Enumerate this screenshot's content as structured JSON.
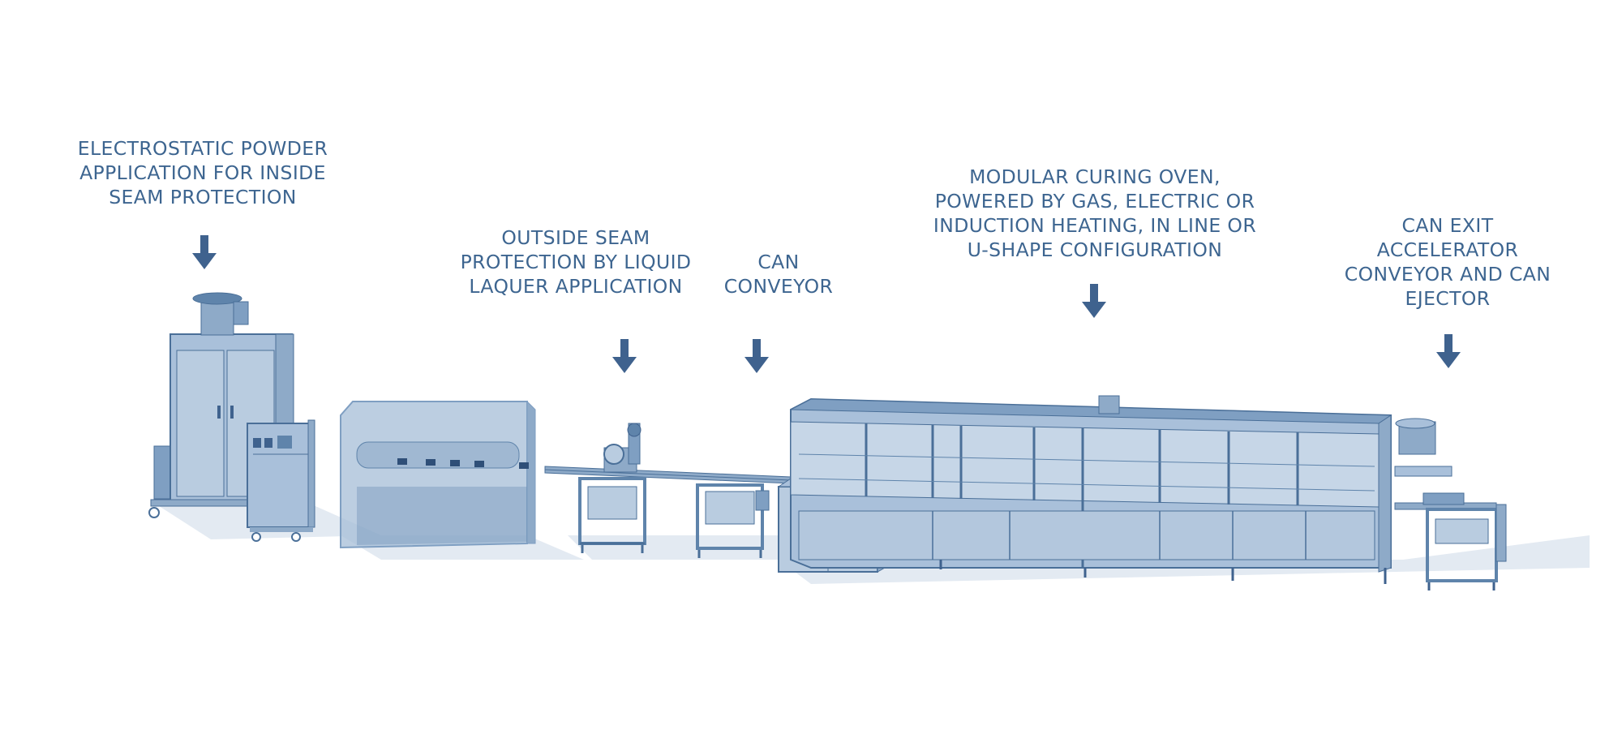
{
  "labels": {
    "powder": {
      "lines": [
        "ELECTROSTATIC POWDER",
        "APPLICATION FOR INSIDE",
        "SEAM PROTECTION"
      ]
    },
    "outside_seam": {
      "lines": [
        "OUTSIDE SEAM",
        "PROTECTION BY LIQUID",
        "LAQUER APPLICATION"
      ]
    },
    "can_conveyor": {
      "lines": [
        "CAN",
        "CONVEYOR"
      ]
    },
    "oven": {
      "lines": [
        "MODULAR CURING OVEN,",
        "POWERED BY GAS, ELECTRIC OR",
        "INDUCTION HEATING, IN LINE OR",
        "U-SHAPE CONFIGURATION"
      ]
    },
    "exit": {
      "lines": [
        "CAN EXIT",
        "ACCELERATOR",
        "CONVEYOR AND CAN",
        "EJECTOR"
      ]
    }
  },
  "colors": {
    "label_text": "#3d6590",
    "arrow": "#3f628e",
    "machine_light": "#b9cce0",
    "machine_mid": "#8eaac8",
    "machine_dark": "#5f84ab",
    "machine_line": "#4a6f98",
    "shadow": "#dde6ef"
  }
}
